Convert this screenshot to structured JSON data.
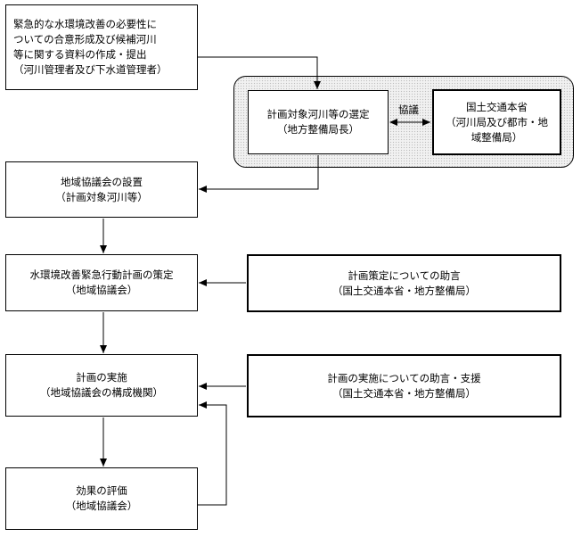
{
  "nodes": {
    "proposal": {
      "lines": [
        "緊急的な水環境改善の必要性に",
        "ついての合意形成及び候補河川",
        "等に関する資料の作成・提出",
        "（河川管理者及び下水道管理者）"
      ]
    },
    "selection": {
      "lines": [
        "計画対象河川等の選定",
        "（地方整備局長）"
      ]
    },
    "ministry": {
      "lines": [
        "国土交通本省",
        "（河川局及び都市・地",
        "域整備局）"
      ]
    },
    "council_setup": {
      "lines": [
        "地域協議会の設置",
        "（計画対象河川等）"
      ]
    },
    "plan_formulation": {
      "lines": [
        "水環境改善緊急行動計画の策定",
        "（地域協議会）"
      ]
    },
    "advice_formulation": {
      "lines": [
        "計画策定についての助言",
        "（国土交通本省・地方整備局）"
      ]
    },
    "plan_implementation": {
      "lines": [
        "計画の実施",
        "（地域協議会の構成機関）"
      ]
    },
    "advice_implementation": {
      "lines": [
        "計画の実施についての助言・支援",
        "（国土交通本省・地方整備局）"
      ]
    },
    "evaluation": {
      "lines": [
        "効果の評価",
        "（地域協議会）"
      ]
    }
  },
  "edges": {
    "consultation_label": "協議"
  }
}
